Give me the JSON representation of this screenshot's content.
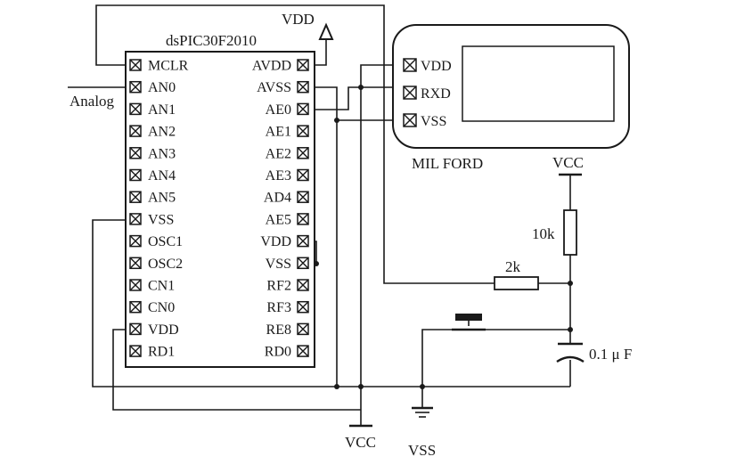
{
  "chip": {
    "name": "dsPIC30F2010",
    "left_pins": [
      "MCLR",
      "AN0",
      "AN1",
      "AN2",
      "AN3",
      "AN4",
      "AN5",
      "VSS",
      "OSC1",
      "OSC2",
      "CN1",
      "CN0",
      "VDD",
      "RD1"
    ],
    "right_pins": [
      "AVDD",
      "AVSS",
      "AE0",
      "AE1",
      "AE2",
      "AE3",
      "AD4",
      "AE5",
      "VDD",
      "VSS",
      "RF2",
      "RF3",
      "RE8",
      "RD0"
    ]
  },
  "display": {
    "name": "MIL FORD",
    "pins": [
      "VDD",
      "RXD",
      "VSS"
    ]
  },
  "labels": {
    "analog": "Analog",
    "vdd_top": "VDD",
    "vcc_top": "VCC",
    "vcc_bottom": "VCC",
    "vss_bottom": "VSS"
  },
  "components": {
    "r1": "10k",
    "r2": "2k",
    "cap": "0.1 μ F"
  }
}
